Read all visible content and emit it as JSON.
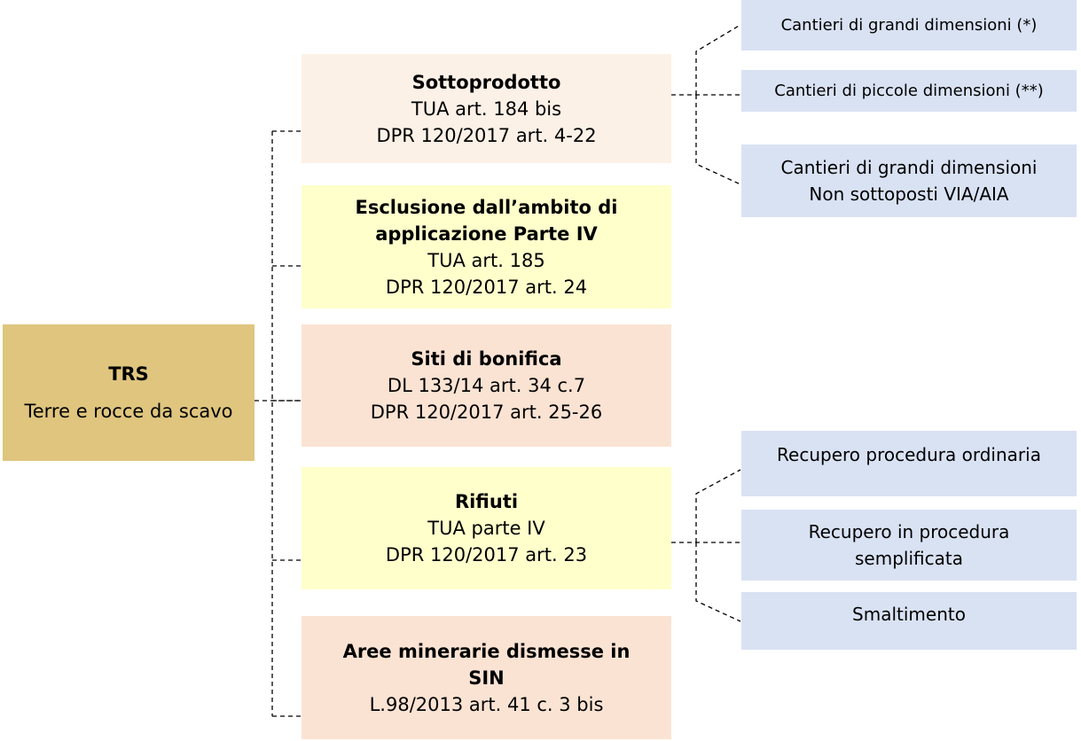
{
  "colors": {
    "root": "#dfc57e",
    "peach_light": "#fcf1e7",
    "yellow": "#ffffcc",
    "peach": "#fbe3d3",
    "blue": "#d9e2f3",
    "line": "#000000"
  },
  "root": {
    "title": "TRS",
    "subtitle": "Terre e rocce da scavo"
  },
  "branches": [
    {
      "title": "Sottoprodotto",
      "lines": [
        "TUA art. 184 bis",
        "DPR 120/2017 art. 4-22"
      ]
    },
    {
      "title_lines": [
        "Esclusione dall’ambito di",
        "applicazione Parte IV"
      ],
      "lines": [
        "TUA art. 185",
        "DPR 120/2017 art. 24"
      ]
    },
    {
      "title": "Siti di bonifica",
      "lines": [
        "DL 133/14 art. 34 c.7",
        "DPR 120/2017 art. 25-26"
      ]
    },
    {
      "title": "Rifiuti",
      "lines": [
        "TUA parte IV",
        "DPR 120/2017 art. 23"
      ]
    },
    {
      "title_lines": [
        "Aree minerarie dismesse in",
        "SIN"
      ],
      "lines": [
        "L.98/2013 art. 41 c. 3 bis"
      ]
    }
  ],
  "sottoprodotto_leaves": [
    [
      "Cantieri di grandi dimensioni (*)"
    ],
    [
      "Cantieri di piccole dimensioni (**)"
    ],
    [
      "Cantieri di grandi dimensioni",
      "Non sottoposti VIA/AIA"
    ]
  ],
  "rifiuti_leaves": [
    [
      "Recupero procedura ordinaria"
    ],
    [
      "Recupero in procedura",
      "semplificata"
    ],
    [
      "Smaltimento"
    ]
  ]
}
